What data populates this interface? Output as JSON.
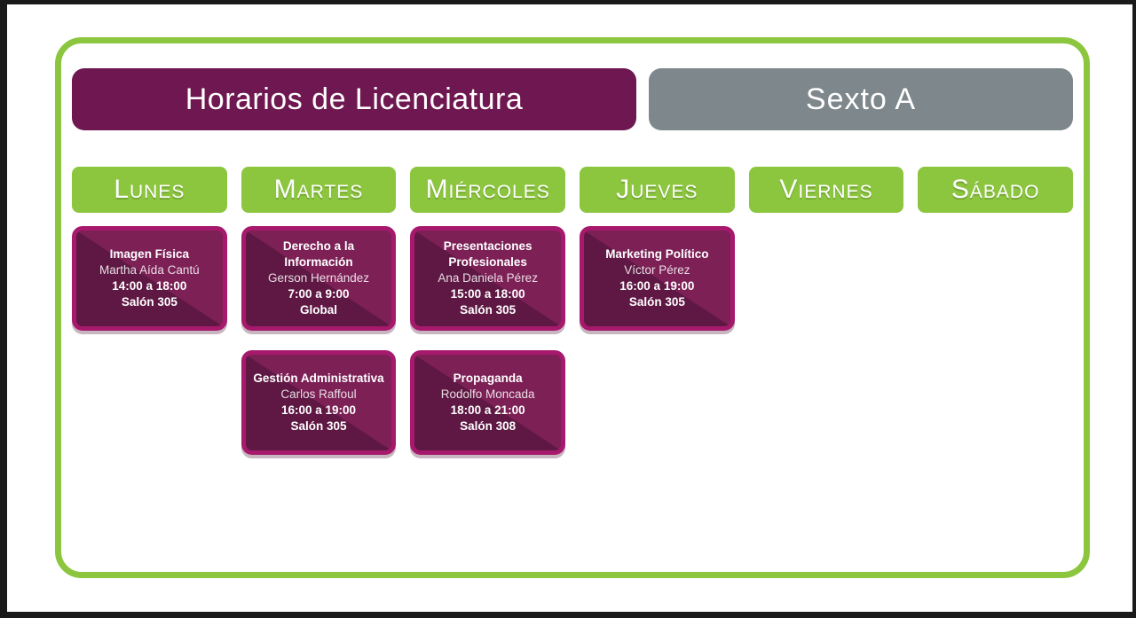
{
  "header": {
    "title": "Horarios de Licenciatura",
    "group": "Sexto A"
  },
  "days": [
    {
      "label": "Lunes",
      "classes": [
        {
          "subject": "Imagen Física",
          "professor": "Martha Aída Cantú",
          "time": "14:00 a 18:00",
          "room": "Salón 305"
        }
      ]
    },
    {
      "label": "Martes",
      "classes": [
        {
          "subject": "Derecho a la Información",
          "professor": "Gerson Hernández",
          "time": "7:00 a 9:00",
          "room": "Global"
        },
        {
          "subject": "Gestión Administrativa",
          "professor": "Carlos Raffoul",
          "time": "16:00 a 19:00",
          "room": "Salón 305"
        }
      ]
    },
    {
      "label": "Miércoles",
      "classes": [
        {
          "subject": "Presentaciones Profesionales",
          "professor": "Ana Daniela Pérez",
          "time": "15:00 a 18:00",
          "room": "Salón 305"
        },
        {
          "subject": "Propaganda",
          "professor": "Rodolfo Moncada",
          "time": "18:00 a 21:00",
          "room": "Salón 308"
        }
      ]
    },
    {
      "label": "Jueves",
      "classes": [
        {
          "subject": "Marketing Político",
          "professor": "Víctor Pérez",
          "time": "16:00 a 19:00",
          "room": "Salón 305"
        }
      ]
    },
    {
      "label": "Viernes",
      "classes": []
    },
    {
      "label": "Sábado",
      "classes": []
    }
  ],
  "colors": {
    "green": "#8CC63F",
    "title_purple": "#6E1750",
    "group_gray": "#7E878B",
    "card_border": "#A6196C",
    "card_light": "#7C2056",
    "card_dark": "#5E1843"
  }
}
